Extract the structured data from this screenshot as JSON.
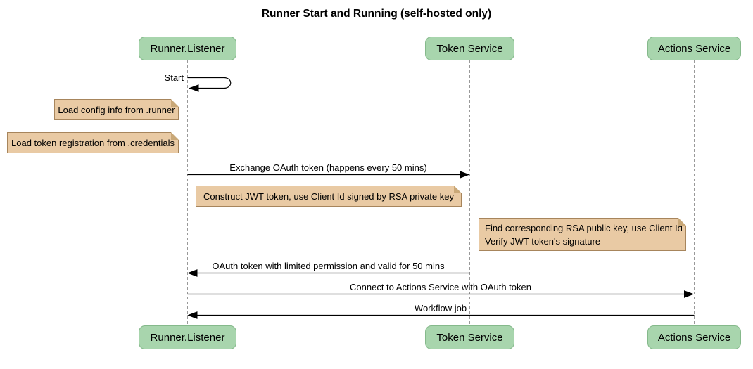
{
  "title": "Runner Start and Running (self-hosted only)",
  "colors": {
    "actor_fill": "#a8d5ad",
    "actor_border": "#85b98b",
    "note_fill": "#e9caa4",
    "note_border": "#a7855c",
    "lifeline": "#999999",
    "arrow": "#000000"
  },
  "actors": [
    {
      "id": "runner-listener",
      "label": "Runner.Listener"
    },
    {
      "id": "token-service",
      "label": "Token Service"
    },
    {
      "id": "actions-service",
      "label": "Actions Service"
    }
  ],
  "messages": [
    {
      "label": "Start",
      "from": "runner-listener",
      "to": "runner-listener",
      "type": "self"
    },
    {
      "label": "Exchange OAuth token (happens every 50 mins)",
      "from": "runner-listener",
      "to": "token-service"
    },
    {
      "label": "OAuth token with limited permission and valid for 50 mins",
      "from": "token-service",
      "to": "runner-listener"
    },
    {
      "label": "Connect to Actions Service with OAuth token",
      "from": "runner-listener",
      "to": "actions-service"
    },
    {
      "label": "Workflow job",
      "from": "actions-service",
      "to": "runner-listener"
    }
  ],
  "notes": [
    {
      "label": "Load config info from .runner",
      "position": "left of runner-listener"
    },
    {
      "label": "Load token registration from .credentials",
      "position": "left of runner-listener"
    },
    {
      "label": "Construct JWT token, use Client Id signed by RSA private key",
      "position": "right of runner-listener"
    },
    {
      "line1": "Find corresponding RSA public key, use Client Id",
      "line2": "Verify JWT token's signature",
      "position": "right of token-service"
    }
  ]
}
